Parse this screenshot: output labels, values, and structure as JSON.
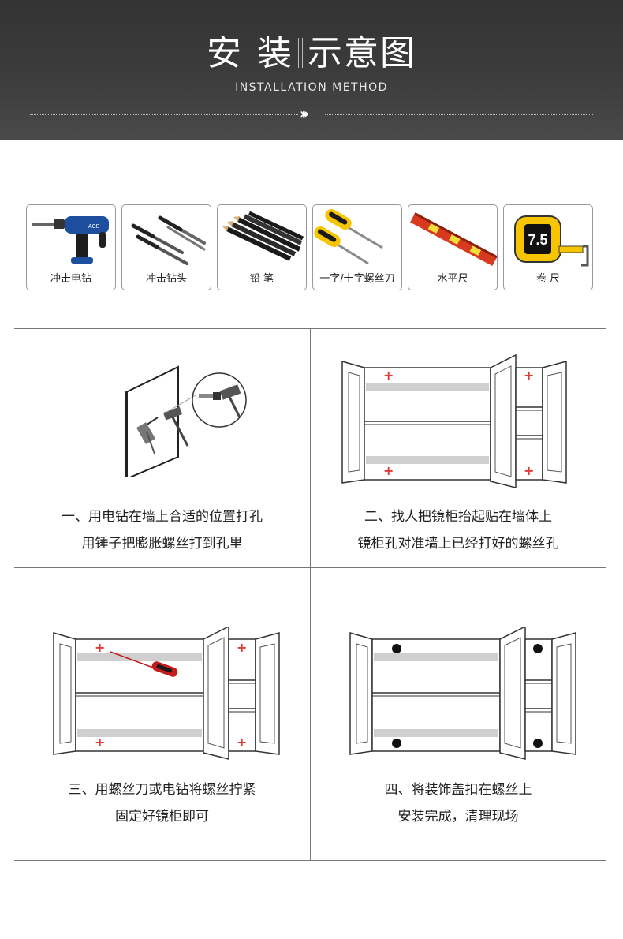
{
  "header": {
    "title_parts": [
      "安",
      "装",
      "示意图"
    ],
    "subtitle": "INSTALLATION METHOD",
    "divider_icon": "triple-chevron-right-icon"
  },
  "tools": [
    {
      "label": "冲击电钻",
      "icon": "impact-drill-icon",
      "brand_text": "ACE"
    },
    {
      "label": "冲击钻头",
      "icon": "drill-bits-icon"
    },
    {
      "label": "铅  笔",
      "icon": "pencils-icon"
    },
    {
      "label": "一字/十字螺丝刀",
      "icon": "screwdrivers-icon"
    },
    {
      "label": "水平尺",
      "icon": "spirit-level-icon"
    },
    {
      "label": "卷  尺",
      "icon": "tape-measure-icon",
      "brand_text": "7.5"
    }
  ],
  "steps": [
    {
      "line1": "一、用电钻在墙上合适的位置打孔",
      "line2": "用锤子把膨胀螺丝打到孔里"
    },
    {
      "line1": "二、找人把镜柜抬起贴在墙体上",
      "line2": "镜柜孔对准墙上已经打好的螺丝孔"
    },
    {
      "line1": "三、用螺丝刀或电钻将螺丝拧紧",
      "line2": "固定好镜柜即可"
    },
    {
      "line1": "四、将装饰盖扣在螺丝上",
      "line2": "安装完成，清理现场"
    }
  ],
  "colors": {
    "marker_red": "#e53935",
    "tool_yellow": "#f6c400",
    "screwdriver_red": "#c41b1b"
  }
}
